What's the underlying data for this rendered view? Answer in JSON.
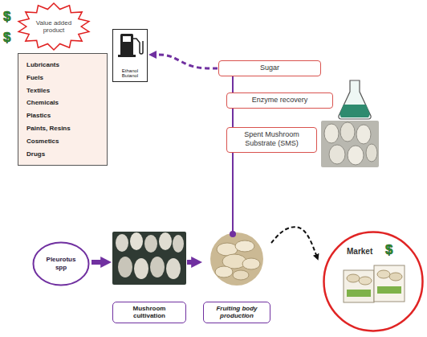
{
  "diagram": {
    "nodes": [
      {
        "text": [
          "Value added product"
        ]
      },
      {
        "text": [
          "Lubricants",
          "Fuels",
          "Textiles",
          "Chemicals",
          "Plastics",
          "Paints, Resins",
          "Cosmetics",
          "Drugs"
        ]
      },
      {
        "text": [
          "Ethanol Butanol"
        ]
      },
      {
        "text": [
          "Sugar"
        ]
      },
      {
        "text": [
          "Enzyme recovery"
        ]
      },
      {
        "text": [
          "Spent Mushroom Substrate (SMS)"
        ]
      },
      {
        "text": [
          "Pleurotus spp"
        ]
      },
      {
        "text": [
          "Mushroom cultivation"
        ]
      },
      {
        "text": [
          "Fruiting body production"
        ]
      },
      {
        "text": [
          "Market"
        ]
      }
    ],
    "edges": [
      {
        "from": 6,
        "to": 7,
        "arrow": "to"
      },
      {
        "from": 7,
        "to": 8,
        "arrow": "to"
      },
      {
        "from": 8,
        "to": 9,
        "arrow": "to"
      },
      {
        "from": 8,
        "to": 5,
        "arrow": "none"
      },
      {
        "from": 5,
        "to": 4,
        "arrow": "none"
      },
      {
        "from": 4,
        "to": 3,
        "arrow": "none"
      },
      {
        "from": 3,
        "to": 2,
        "arrow": "to"
      }
    ],
    "labels": [
      "$",
      "$",
      "$"
    ]
  }
}
